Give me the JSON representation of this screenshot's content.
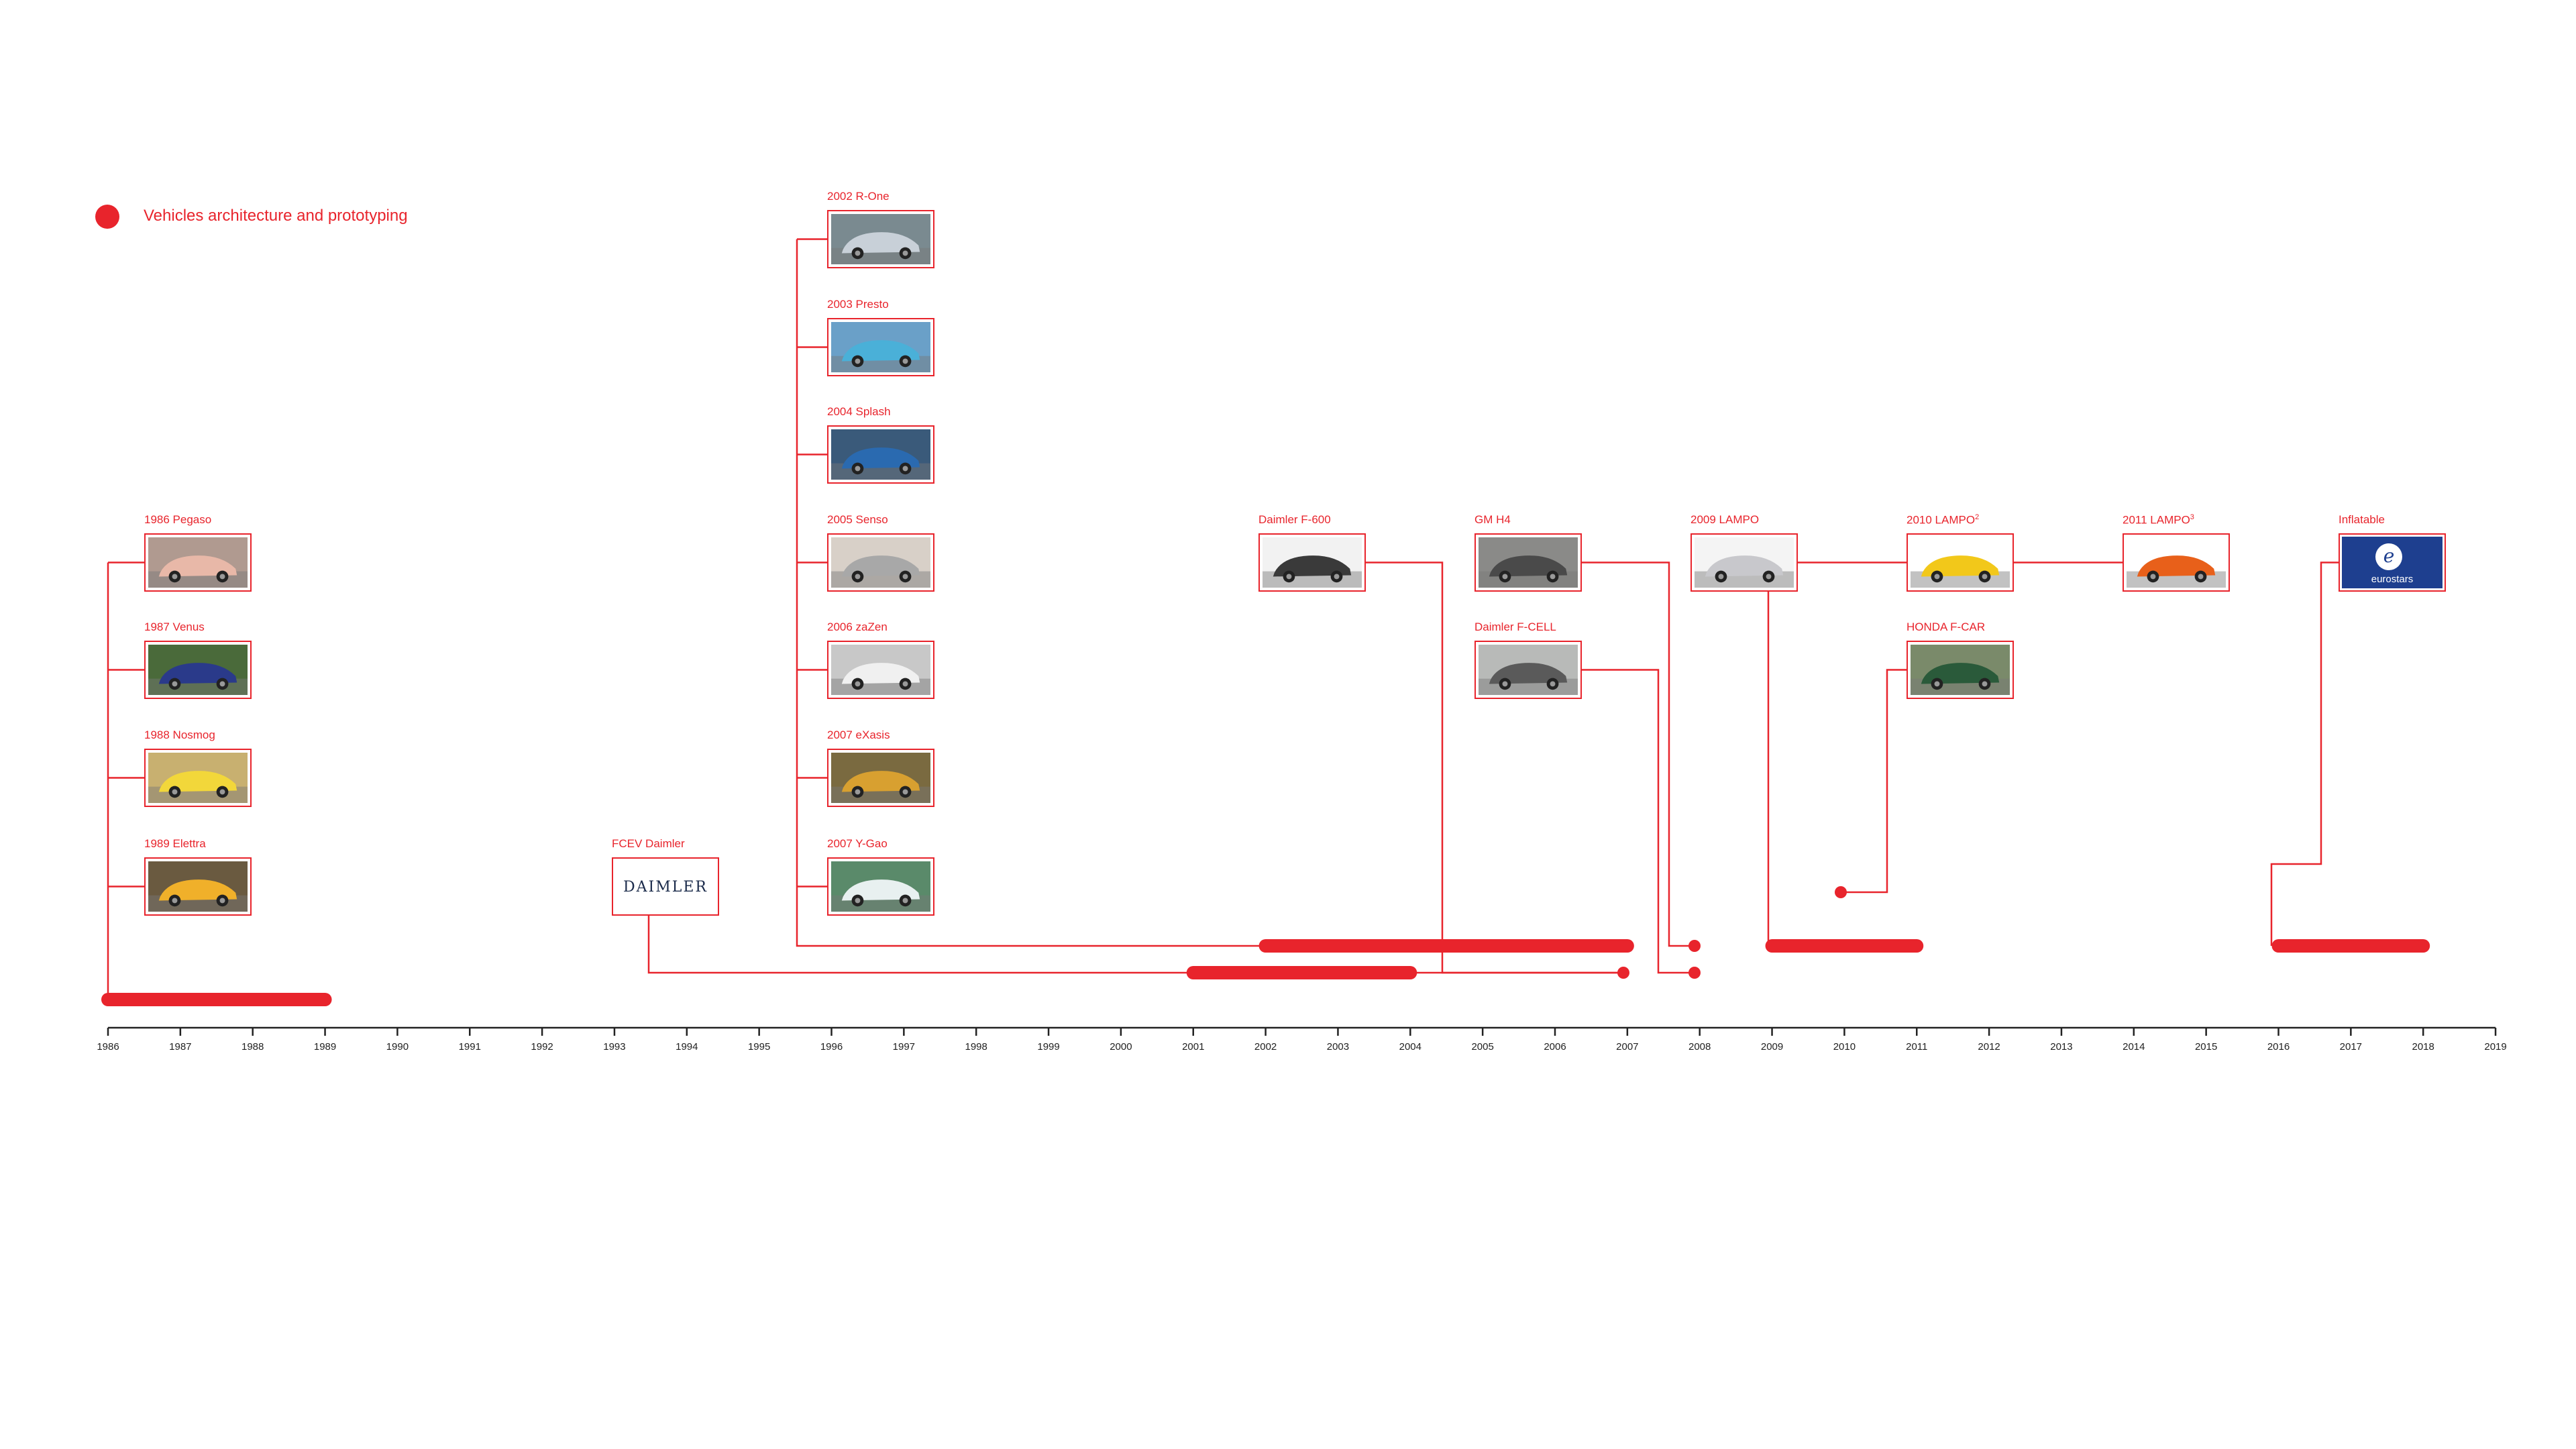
{
  "legend": {
    "label": "Vehicles architecture and prototyping",
    "color": "#e8242c"
  },
  "accent_color": "#e8242c",
  "axis": {
    "years": [
      "1986",
      "1987",
      "1988",
      "1989",
      "1990",
      "1991",
      "1992",
      "1993",
      "1994",
      "1995",
      "1996",
      "1997",
      "1998",
      "1999",
      "2000",
      "2001",
      "2002",
      "2003",
      "2004",
      "2005",
      "2006",
      "2007",
      "2008",
      "2009",
      "2010",
      "2011",
      "2012",
      "2013",
      "2014",
      "2015",
      "2016",
      "2017",
      "2018",
      "2019"
    ]
  },
  "items": [
    {
      "id": "pegaso",
      "label": "1986 Pegaso",
      "icon": "car-photo"
    },
    {
      "id": "venus",
      "label": "1987 Venus",
      "icon": "car-photo"
    },
    {
      "id": "nosmog",
      "label": "1988 Nosmog",
      "icon": "car-photo"
    },
    {
      "id": "elettra",
      "label": "1989 Elettra",
      "icon": "car-photo"
    },
    {
      "id": "fcev",
      "label": "FCEV Daimler",
      "icon": "daimler-logo",
      "logo_text": "DAIMLER"
    },
    {
      "id": "rone",
      "label": "2002 R-One",
      "icon": "car-photo"
    },
    {
      "id": "presto",
      "label": "2003 Presto",
      "icon": "car-photo"
    },
    {
      "id": "splash",
      "label": "2004 Splash",
      "icon": "car-photo"
    },
    {
      "id": "senso",
      "label": "2005 Senso",
      "icon": "car-photo"
    },
    {
      "id": "zazen",
      "label": "2006 zaZen",
      "icon": "car-photo"
    },
    {
      "id": "exasis",
      "label": "2007 eXasis",
      "icon": "car-photo"
    },
    {
      "id": "ygao",
      "label": "2007 Y-Gao",
      "icon": "car-photo"
    },
    {
      "id": "f600",
      "label": "Daimler F-600",
      "icon": "car-photo"
    },
    {
      "id": "gmh4",
      "label": "GM H4",
      "icon": "car-photo"
    },
    {
      "id": "fcell",
      "label": "Daimler F-CELL",
      "icon": "car-photo"
    },
    {
      "id": "lampo1",
      "label": "2009 LAMPO",
      "icon": "car-photo"
    },
    {
      "id": "lampo2",
      "label": "2010 LAMPO",
      "sup": "2",
      "icon": "car-photo"
    },
    {
      "id": "lampo3",
      "label": "2011 LAMPO",
      "sup": "3",
      "icon": "car-photo"
    },
    {
      "id": "hondafcar",
      "label": "HONDA F-CAR",
      "icon": "car-photo"
    },
    {
      "id": "inflatable",
      "label": "Inflatable",
      "icon": "eurostars-logo",
      "logo_text": "eurostars"
    }
  ],
  "bars": [
    {
      "from": 1986,
      "to": 1989
    },
    {
      "from": 2002,
      "to": 2007
    },
    {
      "from": 2001,
      "to": 2004
    },
    {
      "from": 2009,
      "to": 2011
    },
    {
      "from": 2016,
      "to": 2018
    }
  ]
}
